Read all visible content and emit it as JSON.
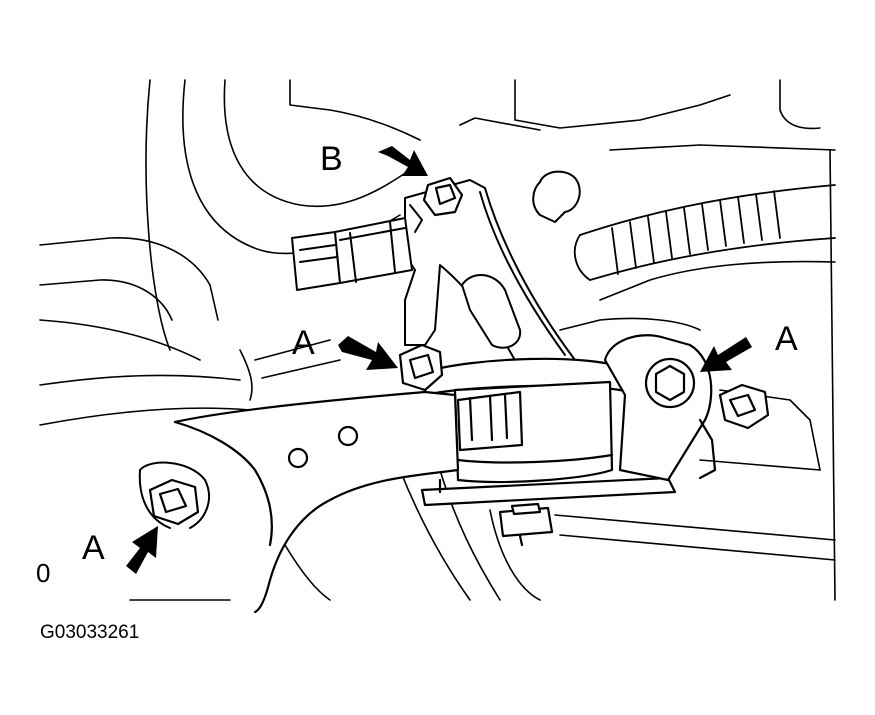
{
  "labels": {
    "b_top": "B",
    "a_mid_left": "A",
    "a_right": "A",
    "a_bottom_left": "A",
    "corner_mark": "0",
    "figure_id": "G03033261"
  },
  "colors": {
    "line": "#000000",
    "background": "#ffffff"
  },
  "icons": [
    "pointer-arrow-icon",
    "hex-bolt-icon",
    "socket-bolt-icon",
    "connector-icon"
  ]
}
